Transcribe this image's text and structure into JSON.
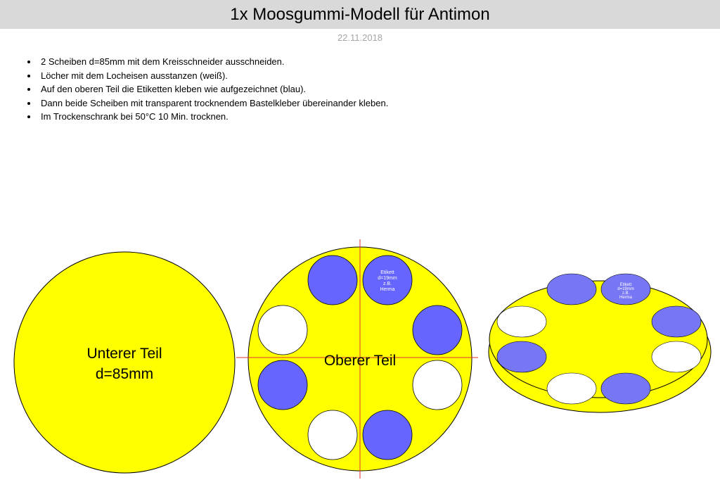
{
  "header": {
    "title": "1x Moosgummi-Modell für Antimon"
  },
  "date": "22.11.2018",
  "instructions": [
    "2 Scheiben d=85mm mit dem Kreisschneider ausschneiden.",
    "Löcher mit dem Locheisen ausstanzen (weiß).",
    "Auf den oberen Teil die Etiketten kleben wie aufgezeichnet (blau).",
    "Dann beide Scheiben mit transparent trocknendem Bastelkleber übereinander kleben.",
    "Im Trockenschrank bei 50°C 10 Min. trocknen."
  ],
  "colors": {
    "disc": "#ffff00",
    "label": "#6666ff",
    "label_3d": "#7777f5",
    "hole": "#ffffff",
    "guide": "#e03030",
    "outline": "#000000",
    "label_text": "#ffffff"
  },
  "lower_disc": {
    "line1": "Unterer Teil",
    "line2": "d=85mm"
  },
  "upper_disc": {
    "label": "Oberer Teil"
  },
  "etikett_note": {
    "line1": "Etikett",
    "line2": "d=19mm",
    "line3": "z.B.",
    "line4": "Herma"
  }
}
